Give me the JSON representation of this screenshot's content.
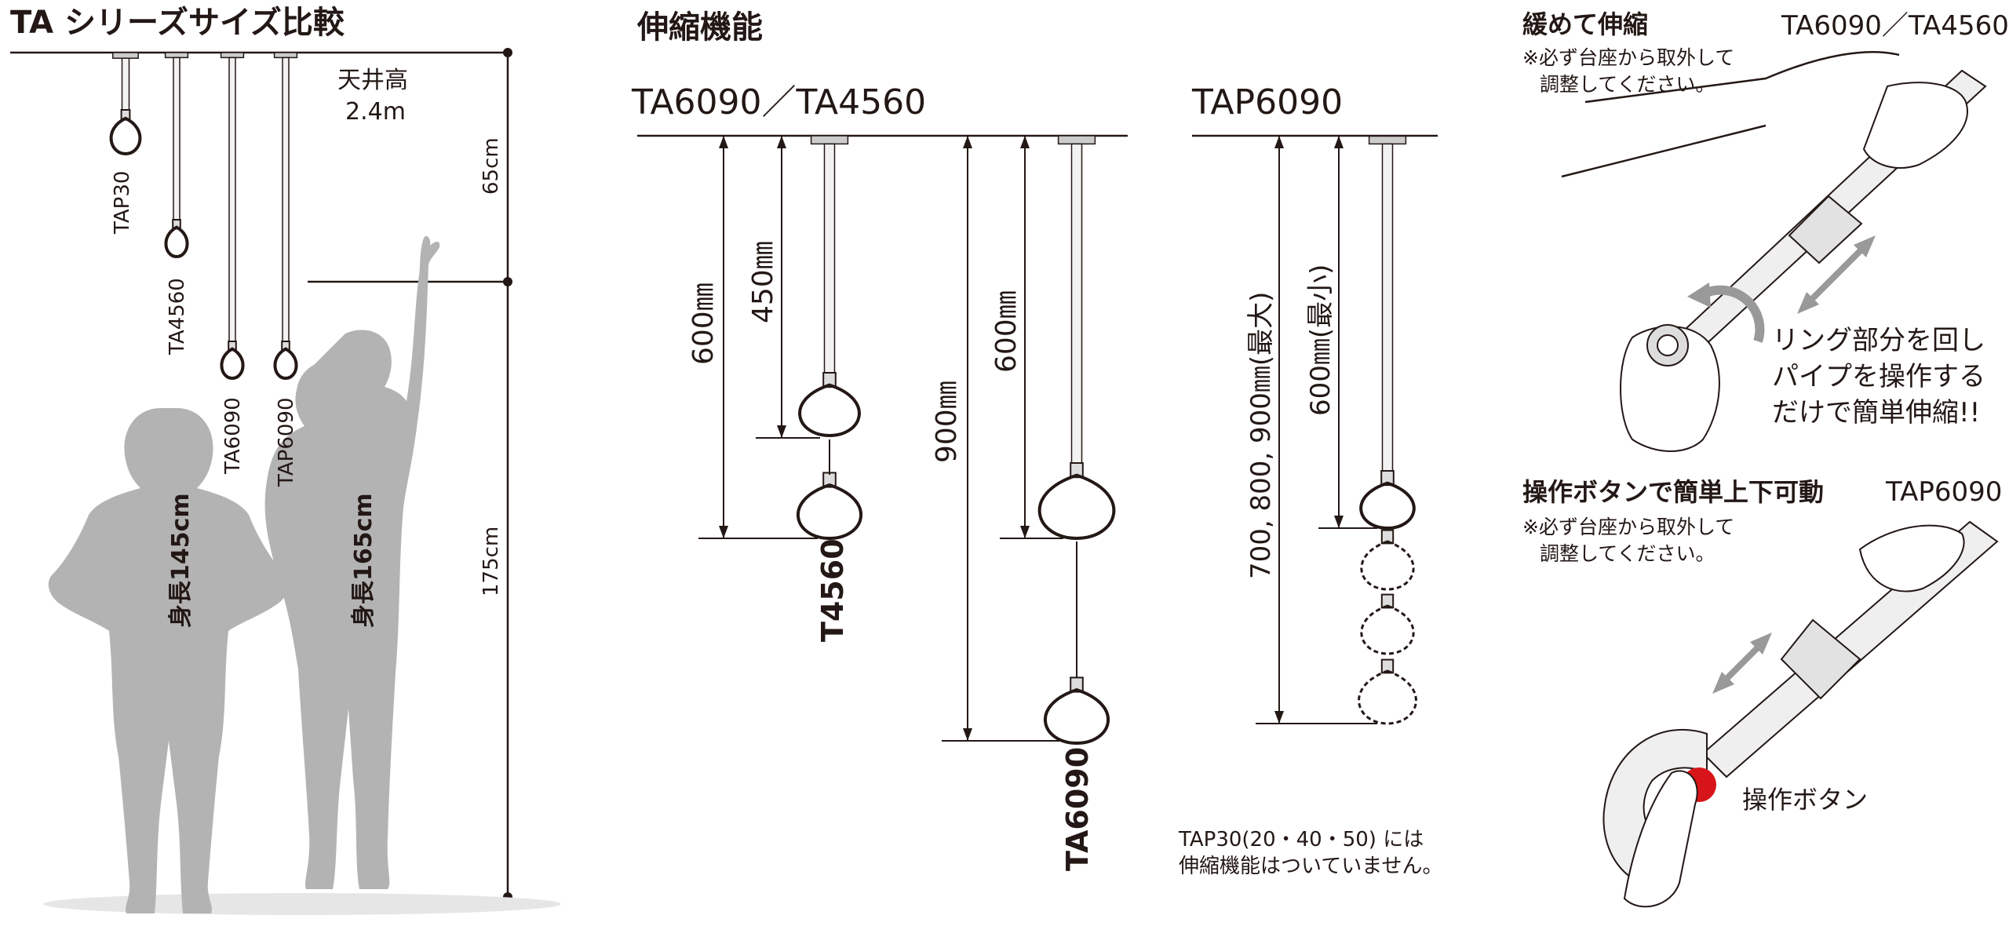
{
  "left": {
    "title": "TA シリーズサイズ比較",
    "ceiling_label_1": "天井高",
    "ceiling_label_2": "2.4m",
    "dim_top": "65cm",
    "dim_bottom": "175cm",
    "models": [
      "TAP30",
      "TA4560",
      "TA6090",
      "TAP6090"
    ],
    "person_1": "身長145cm",
    "person_2": "身長165cm"
  },
  "middle": {
    "title": "伸縮機能",
    "group_1": {
      "heading": "TA6090／TA4560",
      "dims": [
        "600㎜",
        "450㎜",
        "900㎜",
        "600㎜"
      ],
      "labels": [
        "T4560",
        "TA6090"
      ]
    },
    "group_2": {
      "heading": "TAP6090",
      "dims": [
        "700, 800, 900㎜(最大)",
        "600㎜(最小)"
      ]
    },
    "note_1": "TAP30(20・40・50) には",
    "note_2": "伸縮機能はついていません。"
  },
  "right": {
    "section_1": {
      "title": "緩めて伸縮",
      "models": "TA6090／TA4560",
      "note_1": "※必ず台座から取外して",
      "note_2": "調整してください。",
      "caption": [
        "リング部分を回し",
        "パイプを操作する",
        "だけで簡単伸縮!!"
      ]
    },
    "section_2": {
      "title": "操作ボタンで簡単上下可動",
      "models": "TAP6090",
      "note_1": "※必ず台座から取外して",
      "note_2": "調整してください。",
      "button_label": "操作ボタン"
    }
  },
  "colors": {
    "ink": "#231815",
    "silhouette": "#b3b3b3",
    "arrow": "#999999",
    "button": "#d7141a"
  }
}
